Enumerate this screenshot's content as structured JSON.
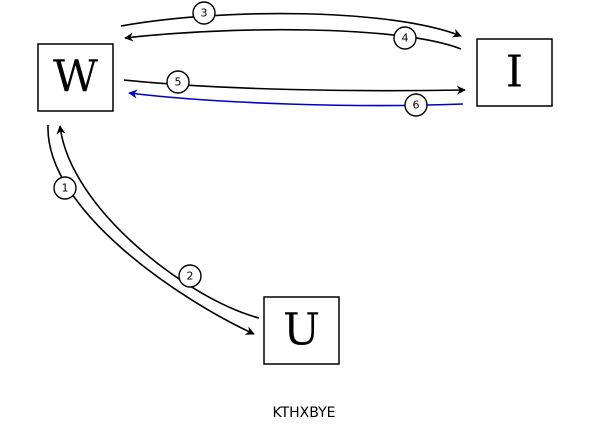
{
  "nodes": {
    "w": {
      "label": "W"
    },
    "i": {
      "label": "I"
    },
    "u": {
      "label": "U"
    }
  },
  "edges": [
    {
      "id": "e1",
      "label": "1",
      "color": "#000000"
    },
    {
      "id": "e2",
      "label": "2",
      "color": "#000000"
    },
    {
      "id": "e3",
      "label": "3",
      "color": "#000000"
    },
    {
      "id": "e4",
      "label": "4",
      "color": "#000000"
    },
    {
      "id": "e5",
      "label": "5",
      "color": "#000000"
    },
    {
      "id": "e6",
      "label": "6",
      "color": "#0000cc"
    }
  ],
  "caption": "KTHXBYE"
}
